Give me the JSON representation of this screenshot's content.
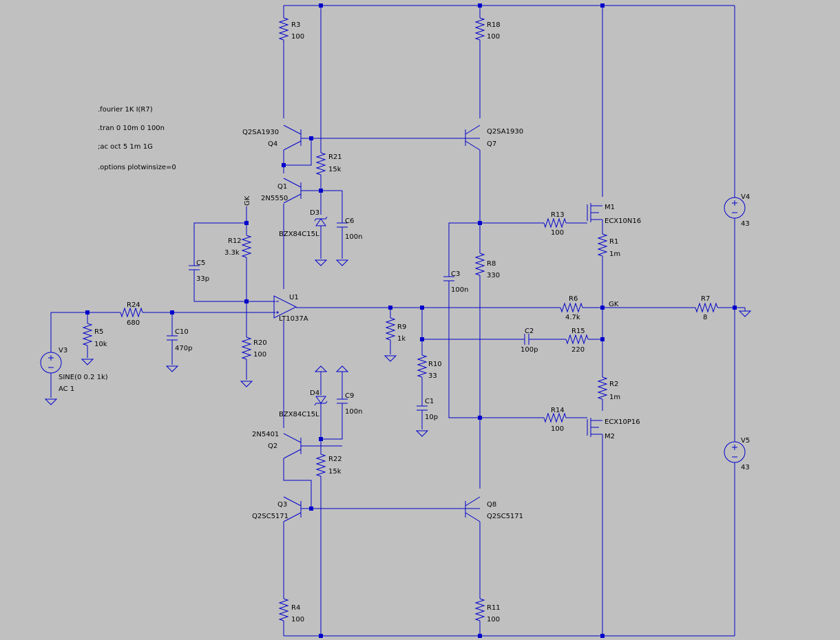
{
  "directives": [
    ".fourier 1K I(R7)",
    ".tran 0 10m 0 100n",
    ";ac oct 5 1m 1G",
    ".options plotwinsize=0"
  ],
  "colors": {
    "background": "#c0c0c0",
    "wire": "#0000cc",
    "text": "#000000"
  },
  "components": {
    "R3": {
      "name": "R3",
      "value": "100"
    },
    "R18": {
      "name": "R18",
      "value": "100"
    },
    "R21": {
      "name": "R21",
      "value": "15k"
    },
    "R12": {
      "name": "R12",
      "value": "3.3k"
    },
    "R24": {
      "name": "R24",
      "value": "680"
    },
    "R5": {
      "name": "R5",
      "value": "10k"
    },
    "R20": {
      "name": "R20",
      "value": "100"
    },
    "R9": {
      "name": "R9",
      "value": "1k"
    },
    "R10": {
      "name": "R10",
      "value": "33"
    },
    "R8": {
      "name": "R8",
      "value": "330"
    },
    "R13": {
      "name": "R13",
      "value": "100"
    },
    "R1": {
      "name": "R1",
      "value": "1m"
    },
    "R6": {
      "name": "R6",
      "value": "4.7k"
    },
    "R7": {
      "name": "R7",
      "value": "8"
    },
    "R15": {
      "name": "R15",
      "value": "220"
    },
    "R2": {
      "name": "R2",
      "value": "1m"
    },
    "R14": {
      "name": "R14",
      "value": "100"
    },
    "R22": {
      "name": "R22",
      "value": "15k"
    },
    "R4": {
      "name": "R4",
      "value": "100"
    },
    "R11": {
      "name": "R11",
      "value": "100"
    },
    "C5": {
      "name": "C5",
      "value": "33p"
    },
    "C6": {
      "name": "C6",
      "value": "100n"
    },
    "C10": {
      "name": "C10",
      "value": "470p"
    },
    "C3": {
      "name": "C3",
      "value": "100n"
    },
    "C2": {
      "name": "C2",
      "value": "100p"
    },
    "C1": {
      "name": "C1",
      "value": "10p"
    },
    "C9": {
      "name": "C9",
      "value": "100n"
    },
    "D3": {
      "name": "D3",
      "value": "BZX84C15L"
    },
    "D4": {
      "name": "D4",
      "value": "BZX84C15L"
    },
    "Q4": {
      "name": "Q4",
      "value": "Q2SA1930"
    },
    "Q7": {
      "name": "Q7",
      "value": "Q2SA1930"
    },
    "Q1": {
      "name": "Q1",
      "value": "2N5550"
    },
    "Q2": {
      "name": "Q2",
      "value": "2N5401"
    },
    "Q3": {
      "name": "Q3",
      "value": "Q2SC5171"
    },
    "Q8": {
      "name": "Q8",
      "value": "Q2SC5171"
    },
    "M1": {
      "name": "M1",
      "value": "ECX10N16"
    },
    "M2": {
      "name": "M2",
      "value": "ECX10P16"
    },
    "U1": {
      "name": "U1",
      "value": "LT1037A"
    },
    "V3": {
      "name": "V3",
      "value": "SINE(0 0.2 1k)",
      "value2": "AC 1"
    },
    "V4": {
      "name": "V4",
      "value": "43"
    },
    "V5": {
      "name": "V5",
      "value": "43"
    }
  },
  "nets": {
    "gk_top": "GK",
    "gk_out": "GK"
  }
}
